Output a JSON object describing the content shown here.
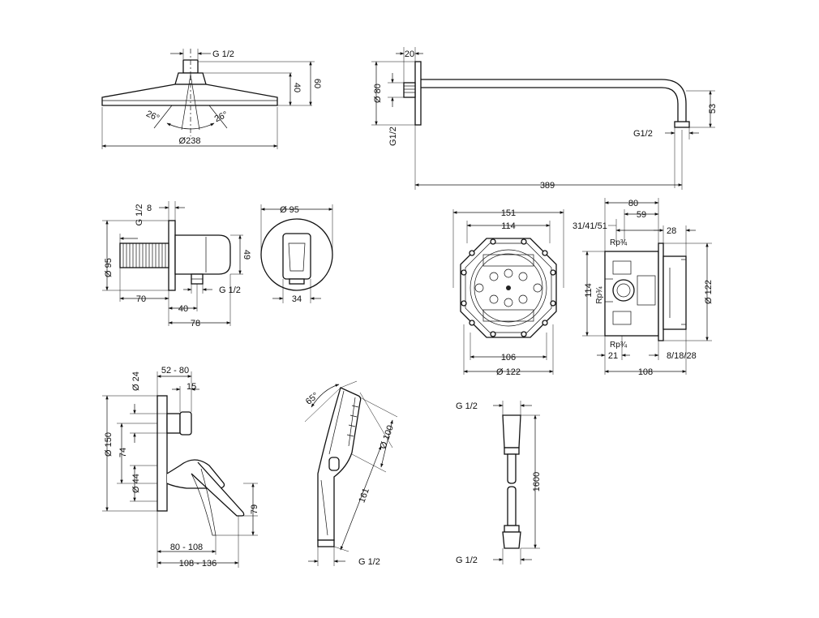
{
  "labels": {
    "head_thread": "G 1/2",
    "head_height_40": "40",
    "head_height_60": "60",
    "head_angle_left": "26°",
    "head_angle_right": "26°",
    "head_diameter": "Ø238",
    "arm_20": "20",
    "arm_d80": "Ø 80",
    "arm_thread_left": "G1/2",
    "arm_thread_right": "G1/2",
    "arm_53": "53",
    "arm_389": "389",
    "wo_thread_top": "G 1/2",
    "wo_8": "8",
    "wo_d95": "Ø 95",
    "wo_49": "49",
    "wo_70": "70",
    "wo_40": "40",
    "wo_thread_bottom": "G 1/2",
    "wo_78": "78",
    "wof_d95": "Ø 95",
    "wof_34": "34",
    "box_151": "151",
    "box_114": "114",
    "box_106": "106",
    "box_d122": "Ø 122",
    "bs_80": "80",
    "bs_59": "59",
    "bs_314151": "31/41/51",
    "bs_28": "28",
    "bs_rp_top": "Rp¾",
    "bs_rp_mid": "Rp¾",
    "bs_rp_bot": "Rp¾",
    "bs_114": "114",
    "bs_d122": "Ø 122",
    "bs_21": "21",
    "bs_81828": "8/18/28",
    "bs_108": "108",
    "mx_d24": "Ø 24",
    "mx_5280": "52 - 80",
    "mx_15": "15",
    "mx_d150": "Ø 150",
    "mx_74": "74",
    "mx_d44": "Ø 44",
    "mx_79": "79",
    "mx_80108": "80 - 108",
    "mx_108136": "108 - 136",
    "hs_65": "65°",
    "hs_d100": "Ø 100",
    "hs_161": "161",
    "hs_thread": "G 1/2",
    "hose_thread_top": "G 1/2",
    "hose_1600": "1600",
    "hose_thread_bottom": "G 1/2"
  }
}
